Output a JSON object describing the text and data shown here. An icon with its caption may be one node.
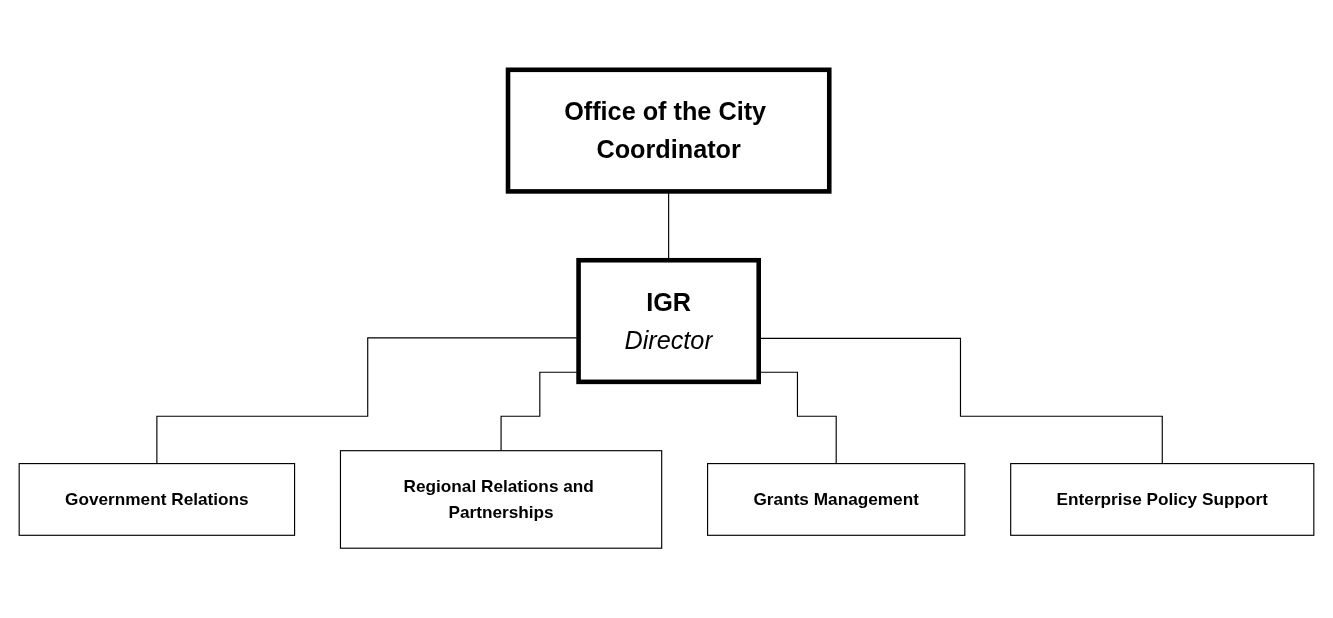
{
  "diagram": {
    "nodes": [
      {
        "text": [
          "Office of the City Coordinator"
        ]
      },
      {
        "text": [
          "IGR",
          "Director"
        ]
      },
      {
        "text": [
          "Government Relations"
        ]
      },
      {
        "text": [
          "Regional Relations and Partnerships"
        ]
      },
      {
        "text": [
          "Grants Management"
        ]
      },
      {
        "text": [
          "Enterprise Policy Support"
        ]
      }
    ],
    "edges": [
      {
        "from": 0,
        "to": 1,
        "arrow": "none"
      },
      {
        "from": 1,
        "to": 2,
        "arrow": "none"
      },
      {
        "from": 1,
        "to": 3,
        "arrow": "none"
      },
      {
        "from": 1,
        "to": 4,
        "arrow": "none"
      },
      {
        "from": 1,
        "to": 5,
        "arrow": "none"
      }
    ]
  }
}
